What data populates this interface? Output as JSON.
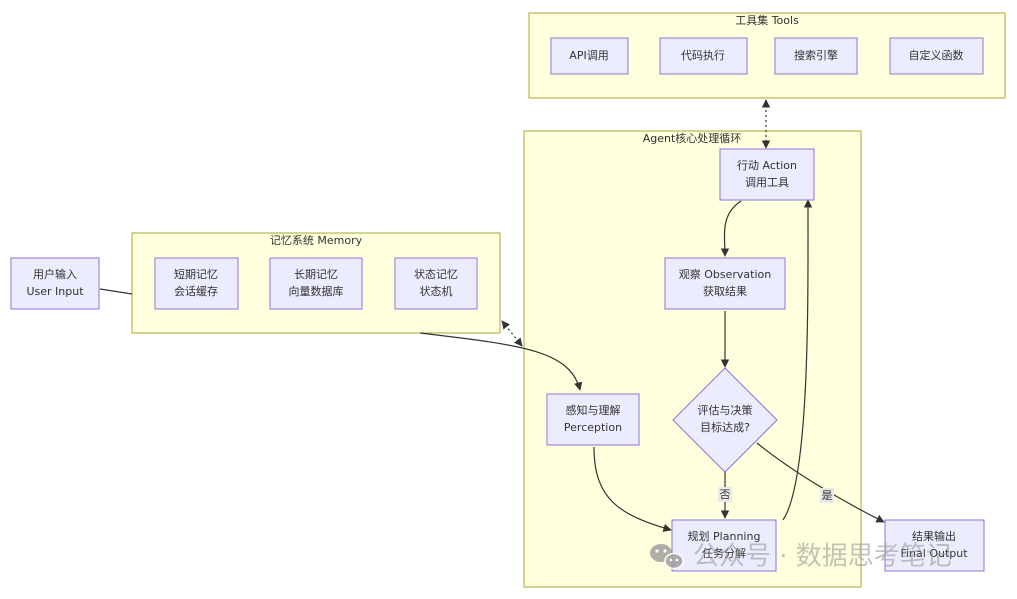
{
  "clusters": {
    "tools": "工具集 Tools",
    "memory": "记忆系统 Memory",
    "agent": "Agent核心处理循环"
  },
  "tools": [
    "API调用",
    "代码执行",
    "搜索引擎",
    "自定义函数"
  ],
  "memory": [
    {
      "line1": "短期记忆",
      "line2": "会话缓存"
    },
    {
      "line1": "长期记忆",
      "line2": "向量数据库"
    },
    {
      "line1": "状态记忆",
      "line2": "状态机"
    }
  ],
  "nodes": {
    "user_input": {
      "line1": "用户输入",
      "line2": "User Input"
    },
    "action": {
      "line1": "行动 Action",
      "line2": "调用工具"
    },
    "observation": {
      "line1": "观察 Observation",
      "line2": "获取结果"
    },
    "evaluate": {
      "line1": "评估与决策",
      "line2": "目标达成?"
    },
    "perception": {
      "line1": "感知与理解",
      "line2": "Perception"
    },
    "planning": {
      "line1": "规划 Planning",
      "line2": "任务分解"
    },
    "final": {
      "line1": "结果输出",
      "line2": "Final Output"
    }
  },
  "edge_labels": {
    "no": "否",
    "yes": "是"
  },
  "watermark": "公众号 · 数据思考笔记"
}
